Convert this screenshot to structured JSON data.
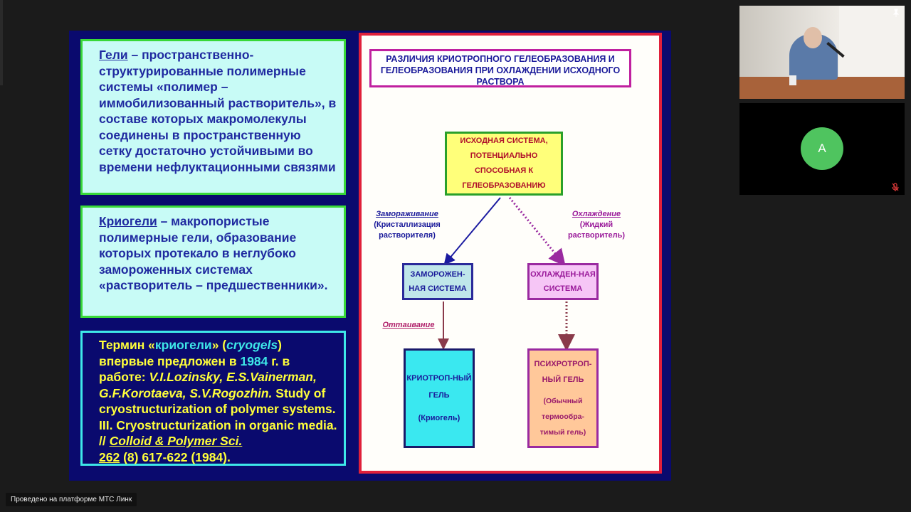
{
  "slide": {
    "gels": {
      "term": "Гели",
      "text": " – пространственно-структурированные полимерные системы «полимер – иммобилизованный растворитель», в составе которых макромолекулы соединены в пространственную сетку достаточно устойчивыми во времени нефлуктационными связями"
    },
    "cryogels": {
      "term": "Криогели",
      "text": " – макропористые полимерные гели, образование которых протекало в неглубоко замороженных системах «растворитель – предшественники»."
    },
    "reference": {
      "p1": "Термин «",
      "cryogeli": "криогели",
      "p2": "» (",
      "cryogels": "cryogels",
      "p3": ") впервые предложен в ",
      "year": "1984",
      "p4": " г. в работе: ",
      "authors": "V.I.Lozinsky, E.S.Vainerman, G.F.Korotaeva, S.V.Rogozhin.",
      "p5": " Study of cryostructurization of polymer systems. III. Cryostructurization in organic media. // ",
      "journal": "Colloid & Polymer Sci.",
      "volume": "262",
      "p6": " (8) 617-622 (1984)."
    },
    "diagram": {
      "title": "РАЗЛИЧИЯ КРИОТРОПНОГО ГЕЛЕОБРАЗОВАНИЯ И ГЕЛЕОБРАЗОВАНИЯ ПРИ ОХЛАЖДЕНИИ ИСХОДНОГО РАСТВОРА",
      "source": "ИСХОДНАЯ СИСТЕМА, ПОТЕНЦИАЛЬНО СПОСОБНАЯ К ГЕЛЕОБРАЗОВАНИЮ",
      "freezing": "Замораживание",
      "freezing_note": "(Кристаллизация растворителя)",
      "cooling": "Охлаждение",
      "cooling_note": "(Жидкий растворитель)",
      "frozen": "ЗАМОРОЖЕН-НАЯ СИСТЕМА",
      "cooled": "ОХЛАЖДЕН-НАЯ СИСТЕМА",
      "thawing": "Оттаивание",
      "cryotropic": "КРИОТРОП-НЫЙ ГЕЛЬ",
      "cryotropic_note": "(Криогель)",
      "psychrotropic": "ПСИХРОТРОП-НЫЙ ГЕЛЬ",
      "psychrotropic_note": "(Обычный термообра-тимый гель)"
    }
  },
  "participants": {
    "avatar_letter": "A"
  },
  "footer": "Проведено на платформе МТС Линк",
  "colors": {
    "slide_bg": "#0a0a6e",
    "avatar": "#4fc45f"
  },
  "icons": [
    "pin-icon",
    "mic-muted-icon"
  ]
}
